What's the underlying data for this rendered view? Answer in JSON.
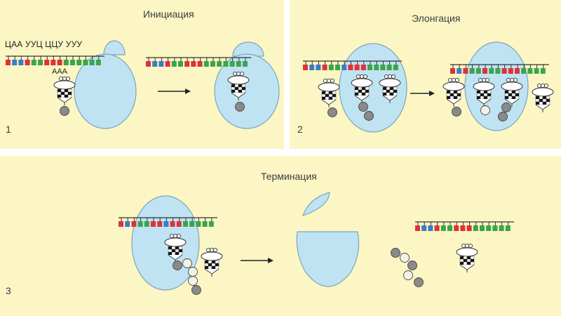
{
  "stages": {
    "initiation": "Инициация",
    "elongation": "Элонгация",
    "termination": "Терминация"
  },
  "panel_numbers": [
    "1",
    "2",
    "3"
  ],
  "codons_label": "ЦАА УУЦ ЦЦУ УУУ",
  "anticodon_label": "ААА",
  "colors": {
    "background": "#fbf6c4",
    "ribosome": "#bfe3f2",
    "ribosome_outline": "#7aa6bb",
    "codon_red": "#e0303a",
    "codon_blue": "#3a7cc8",
    "codon_green": "#3aa54a",
    "amino_acid_gray": "#8a8a8a",
    "amino_acid_light": "#f2f2e6",
    "arrow": "#222222"
  }
}
